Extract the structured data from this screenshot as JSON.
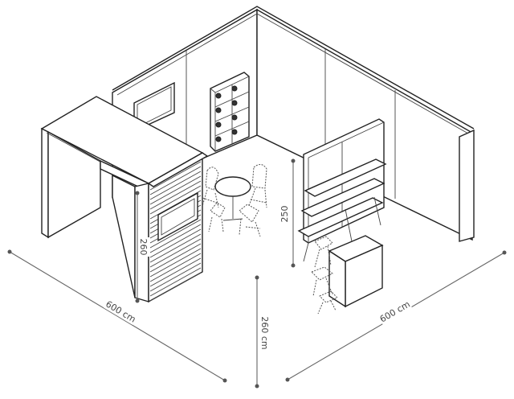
{
  "dimensions": {
    "left_width": "600 cm",
    "right_width": "600 cm",
    "front_height": "260 cm",
    "storage_height": "260",
    "shelf_height": "250"
  }
}
